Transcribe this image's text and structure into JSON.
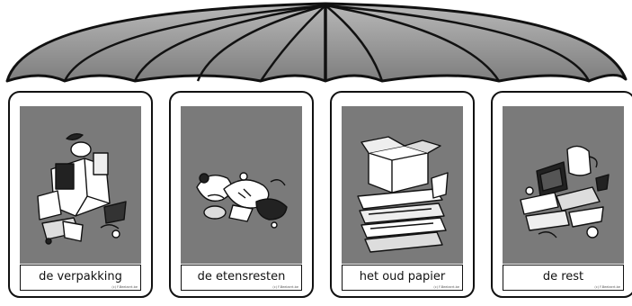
{
  "cards": [
    {
      "label": "de verpakking",
      "credit": "(c) F.Beelaert.be",
      "illustration": "packaging-junk-icon"
    },
    {
      "label": "de etensresten",
      "credit": "(c) F.Beelaert.be",
      "illustration": "food-scraps-icon"
    },
    {
      "label": "het oud papier",
      "credit": "(c) F.Beelaert.be",
      "illustration": "old-paper-icon"
    },
    {
      "label": "de rest",
      "credit": "(c) F.Beelaert.be",
      "illustration": "residual-waste-icon"
    }
  ],
  "colors": {
    "umbrella_fill": "#9a9a9a",
    "card_image_bg": "#7a7a7a",
    "outline": "#111111"
  }
}
